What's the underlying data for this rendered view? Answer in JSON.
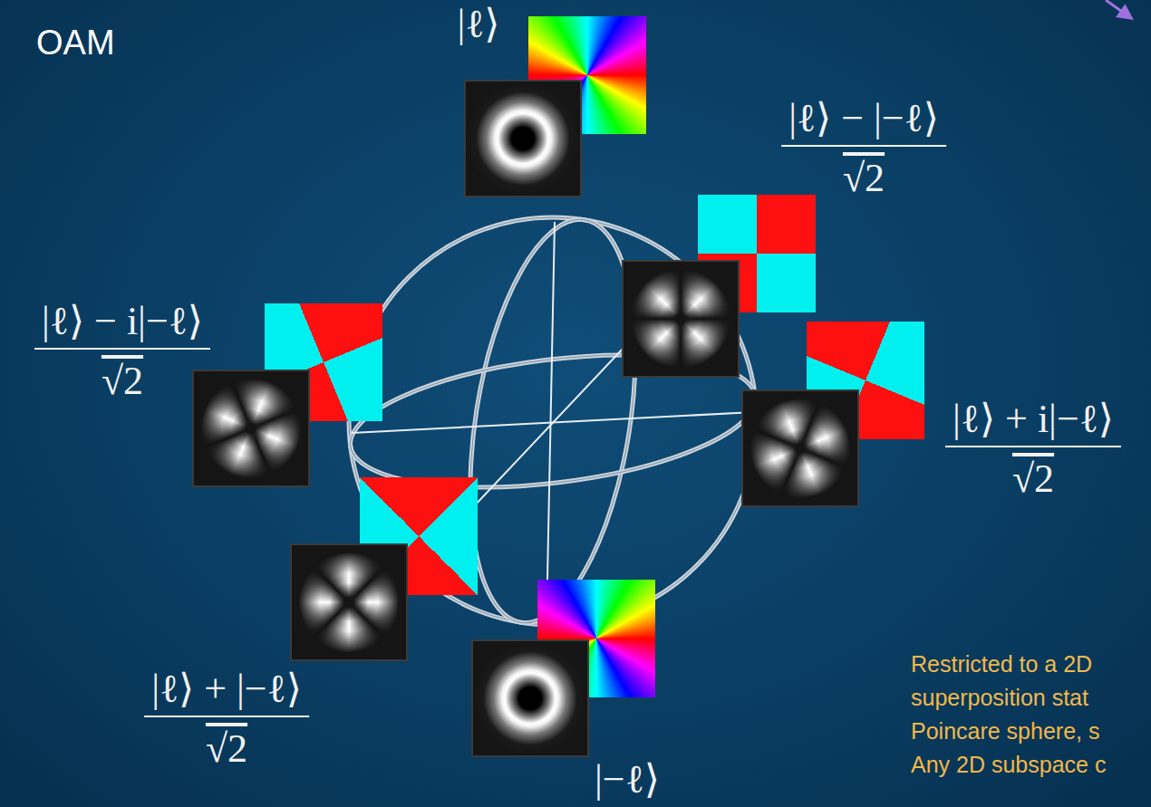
{
  "diagram": {
    "title": "OAM",
    "labels": [
      "|ℓ⟩",
      "|ℓ⟩ − |−ℓ⟩",
      "√2",
      "|ℓ⟩ − i|−ℓ⟩",
      "√2",
      "|ℓ⟩ + i|−ℓ⟩",
      "√2",
      "|ℓ⟩ + |−ℓ⟩",
      "√2",
      "|−ℓ⟩",
      "Restricted to a 2D",
      "superposition stat",
      "Poincare sphere, s",
      "Any 2D subspace c"
    ]
  }
}
